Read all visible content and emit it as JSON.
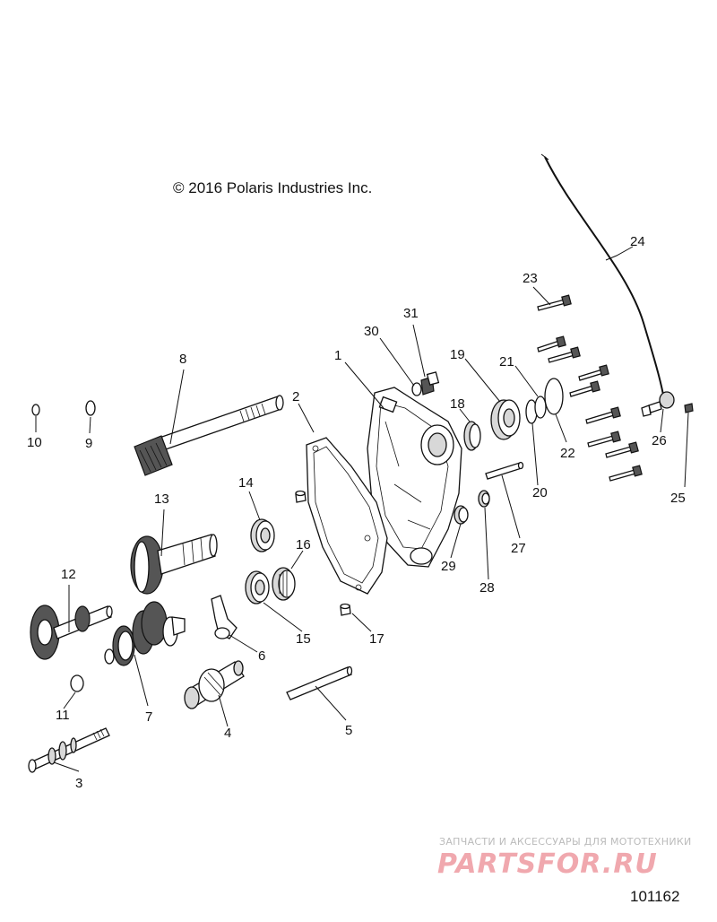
{
  "copyright": "© 2016 Polaris Industries Inc.",
  "figure_number": "101162",
  "watermark": {
    "caption": "ЗАПЧАСТИ И АКСЕССУАРЫ ДЛЯ МОТОТЕХНИКИ",
    "logo_text": "PARTSFOR.RU",
    "logo_color": "#f0a8ae"
  },
  "callouts": {
    "c1": "1",
    "c2": "2",
    "c3": "3",
    "c4": "4",
    "c5": "5",
    "c6": "6",
    "c7": "7",
    "c8": "8",
    "c9": "9",
    "c10": "10",
    "c11": "11",
    "c12": "12",
    "c13": "13",
    "c14": "14",
    "c15": "15",
    "c16": "16",
    "c17": "17",
    "c18": "18",
    "c19": "19",
    "c20": "20",
    "c21": "21",
    "c22": "22",
    "c23": "23",
    "c24": "24",
    "c25": "25",
    "c26": "26",
    "c27": "27",
    "c28": "28",
    "c29": "29",
    "c30": "30",
    "c31": "31"
  }
}
